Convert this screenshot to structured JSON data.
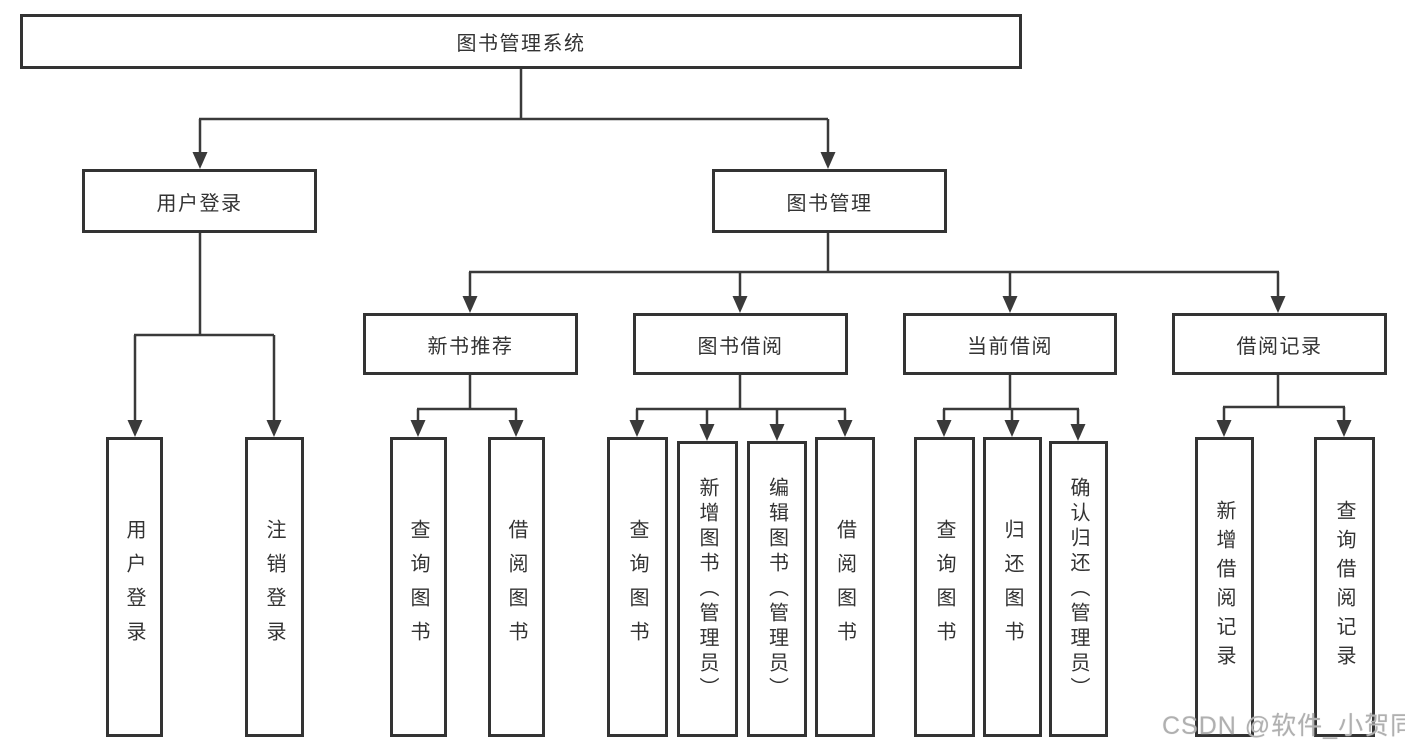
{
  "nodes": {
    "root": {
      "label": "图书管理系统"
    },
    "user_login": {
      "label": "用户登录",
      "children": {
        "login": {
          "label": "用户登录"
        },
        "logout": {
          "label": "注销登录"
        }
      }
    },
    "book_mgmt": {
      "label": "图书管理",
      "children": {
        "new_book_rec": {
          "label": "新书推荐",
          "children": {
            "query_book": {
              "label": "查询图书"
            },
            "borrow_book": {
              "label": "借阅图书"
            }
          }
        },
        "book_borrow": {
          "label": "图书借阅",
          "children": {
            "query_book": {
              "label": "查询图书"
            },
            "add_book": {
              "label": "新增图书（管理员）"
            },
            "edit_book": {
              "label": "编辑图书（管理员）"
            },
            "borrow_book": {
              "label": "借阅图书"
            }
          }
        },
        "current_borrow": {
          "label": "当前借阅",
          "children": {
            "query_book": {
              "label": "查询图书"
            },
            "return_book": {
              "label": "归还图书"
            },
            "confirm_return": {
              "label": "确认归还（管理员）"
            }
          }
        },
        "borrow_record": {
          "label": "借阅记录",
          "children": {
            "add_record": {
              "label": "新增借阅记录"
            },
            "query_record": {
              "label": "查询借阅记录"
            }
          }
        }
      }
    }
  },
  "watermark": "CSDN @软件_小贺同学",
  "colors": {
    "line": "#3a3a3a",
    "border": "#333333",
    "text": "#333333",
    "watermark": "#b0b0b0",
    "background": "#ffffff"
  }
}
